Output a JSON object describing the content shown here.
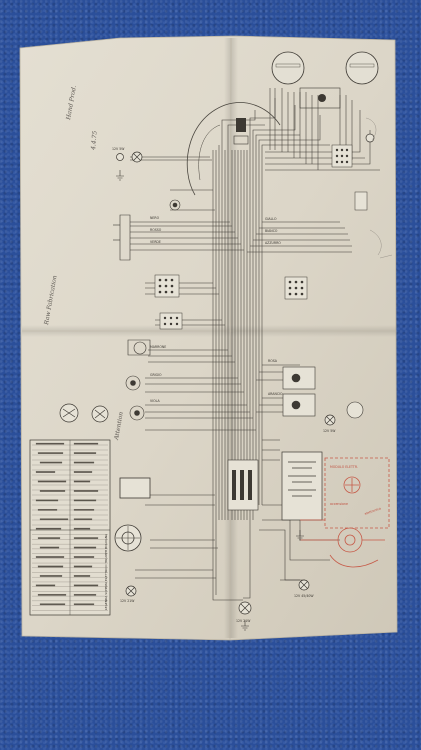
{
  "diagram": {
    "legend_title": "LEGENDA SCHEMA ELETTRICO TRIUMPH BOLOGNA",
    "legend_rows": 18,
    "bulbs": [
      "12V 5W",
      "12V 5W",
      "12V 21W",
      "12V 21W",
      "12V 45/40W"
    ],
    "handwritten": [
      "Hand Prod.",
      "4.4.75",
      "Raw Fabrication",
      "Attention"
    ],
    "colors": {
      "paper": "#ddd7c9",
      "ink": "#3a3630",
      "red_ink": "#c65a48",
      "carpet": "#2b4f9a"
    }
  }
}
